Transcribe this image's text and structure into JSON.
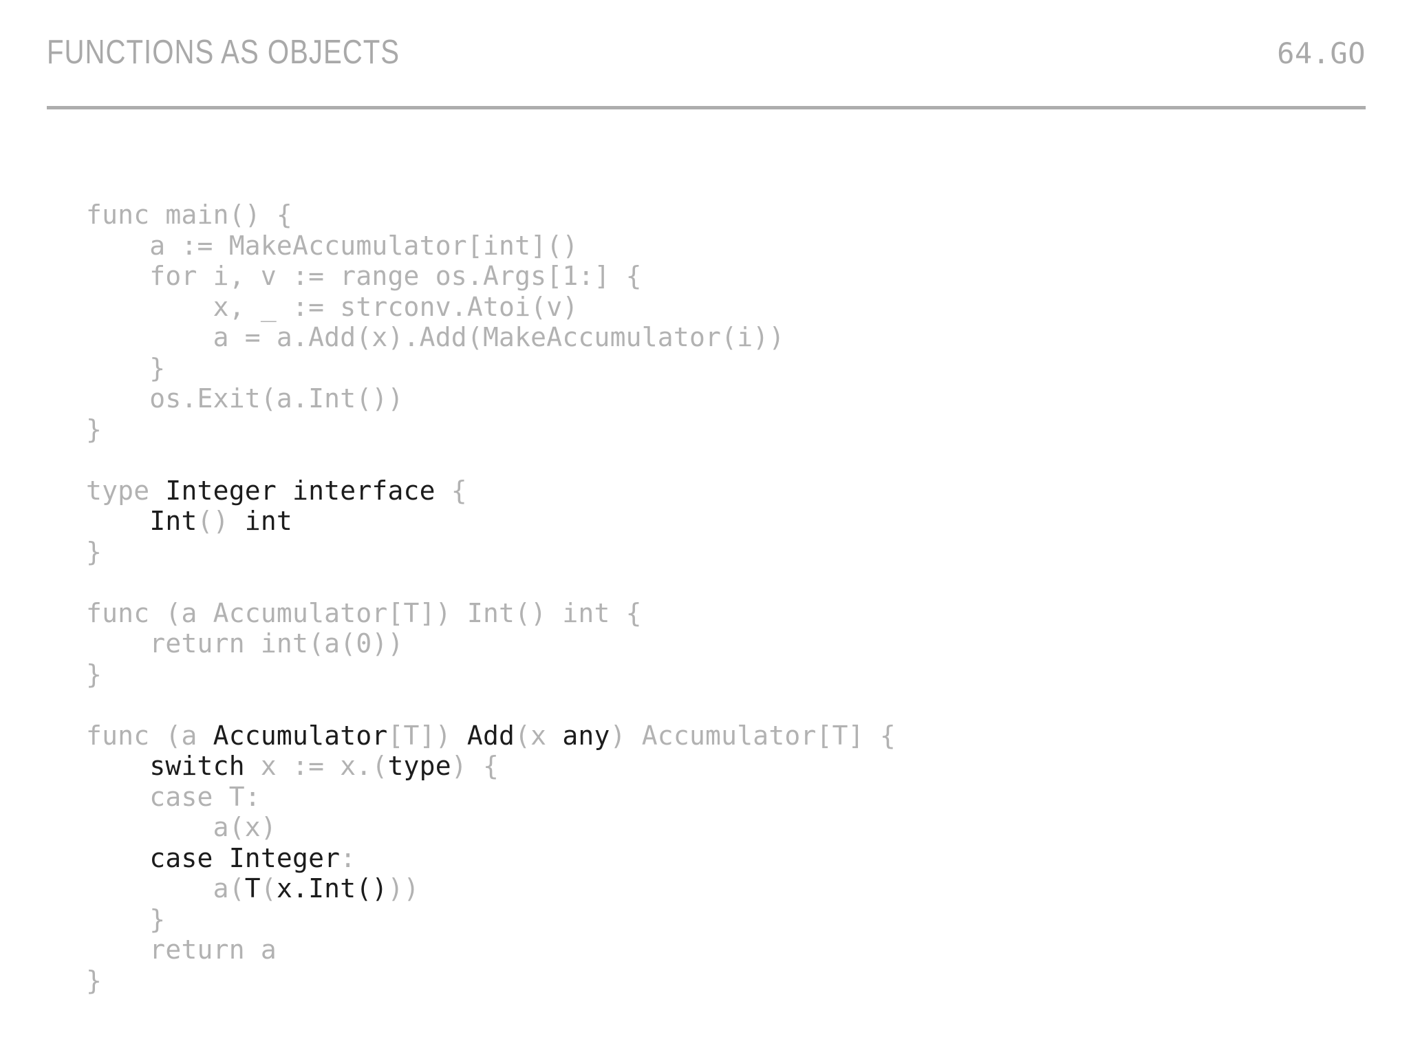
{
  "slide": {
    "title": "FUNCTIONS AS OBJECTS",
    "page_number": "64.GO",
    "language": "go",
    "colors": {
      "background": "#ffffff",
      "title": "#a9a9a9",
      "rule": "#adadad",
      "code_dim": "#b2b2b2",
      "code_emphasis": "#1c1c1c"
    }
  },
  "code": {
    "full_text": "func main() {\n    a := MakeAccumulator[int]()\n    for i, v := range os.Args[1:] {\n        x, _ := strconv.Atoi(v)\n        a = a.Add(x).Add(MakeAccumulator(i))\n    }\n    os.Exit(a.Int())\n}\n\ntype Integer interface {\n    Int() int\n}\n\nfunc (a Accumulator[T]) Int() int {\n    return int(a(0))\n}\n\nfunc (a Accumulator[T]) Add(x any) Accumulator[T] {\n    switch x := x.(type) {\n    case T:\n        a(x)\n    case Integer:\n        a(T(x.Int()))\n    }\n    return a\n}",
    "lines": [
      {
        "n": 1,
        "text": "func main() {",
        "spans": [
          {
            "t": "func main() {",
            "em": false
          }
        ]
      },
      {
        "n": 2,
        "text": "    a := MakeAccumulator[int]()",
        "spans": [
          {
            "t": "    a := MakeAccumulator[int]()",
            "em": false
          }
        ]
      },
      {
        "n": 3,
        "text": "    for i, v := range os.Args[1:] {",
        "spans": [
          {
            "t": "    for i, v := range os.Args[1:] {",
            "em": false
          }
        ]
      },
      {
        "n": 4,
        "text": "        x, _ := strconv.Atoi(v)",
        "spans": [
          {
            "t": "        x, _ := strconv.Atoi(v)",
            "em": false
          }
        ]
      },
      {
        "n": 5,
        "text": "        a = a.Add(x).Add(MakeAccumulator(i))",
        "spans": [
          {
            "t": "        a = a.Add(x).Add(MakeAccumulator(i))",
            "em": false
          }
        ]
      },
      {
        "n": 6,
        "text": "    }",
        "spans": [
          {
            "t": "    }",
            "em": false
          }
        ]
      },
      {
        "n": 7,
        "text": "    os.Exit(a.Int())",
        "spans": [
          {
            "t": "    os.Exit(a.Int())",
            "em": false
          }
        ]
      },
      {
        "n": 8,
        "text": "}",
        "spans": [
          {
            "t": "}",
            "em": false
          }
        ]
      },
      {
        "n": 9,
        "text": "",
        "spans": []
      },
      {
        "n": 10,
        "text": "type Integer interface {",
        "spans": [
          {
            "t": "type ",
            "em": false
          },
          {
            "t": "Integer interface",
            "em": true
          },
          {
            "t": " {",
            "em": false
          }
        ]
      },
      {
        "n": 11,
        "text": "    Int() int",
        "spans": [
          {
            "t": "    ",
            "em": false
          },
          {
            "t": "Int",
            "em": true
          },
          {
            "t": "()",
            "em": false
          },
          {
            "t": " int",
            "em": true
          }
        ]
      },
      {
        "n": 12,
        "text": "}",
        "spans": [
          {
            "t": "}",
            "em": false
          }
        ]
      },
      {
        "n": 13,
        "text": "",
        "spans": []
      },
      {
        "n": 14,
        "text": "func (a Accumulator[T]) Int() int {",
        "spans": [
          {
            "t": "func (a Accumulator[T]) Int() int {",
            "em": false
          }
        ]
      },
      {
        "n": 15,
        "text": "    return int(a(0))",
        "spans": [
          {
            "t": "    return int(a(0))",
            "em": false
          }
        ]
      },
      {
        "n": 16,
        "text": "}",
        "spans": [
          {
            "t": "}",
            "em": false
          }
        ]
      },
      {
        "n": 17,
        "text": "",
        "spans": []
      },
      {
        "n": 18,
        "text": "func (a Accumulator[T]) Add(x any) Accumulator[T] {",
        "spans": [
          {
            "t": "func (a ",
            "em": false
          },
          {
            "t": "Accumulator",
            "em": true
          },
          {
            "t": "[T]) ",
            "em": false
          },
          {
            "t": "Add",
            "em": true
          },
          {
            "t": "(x ",
            "em": false
          },
          {
            "t": "any",
            "em": true
          },
          {
            "t": ") Accumulator[T] {",
            "em": false
          }
        ]
      },
      {
        "n": 19,
        "text": "    switch x := x.(type) {",
        "spans": [
          {
            "t": "    ",
            "em": false
          },
          {
            "t": "switch",
            "em": true
          },
          {
            "t": " x := x.(",
            "em": false
          },
          {
            "t": "type",
            "em": true
          },
          {
            "t": ") {",
            "em": false
          }
        ]
      },
      {
        "n": 20,
        "text": "    case T:",
        "spans": [
          {
            "t": "    case T:",
            "em": false
          }
        ]
      },
      {
        "n": 21,
        "text": "        a(x)",
        "spans": [
          {
            "t": "        a(x)",
            "em": false
          }
        ]
      },
      {
        "n": 22,
        "text": "    case Integer:",
        "spans": [
          {
            "t": "    ",
            "em": false
          },
          {
            "t": "case Integer",
            "em": true
          },
          {
            "t": ":",
            "em": false
          }
        ]
      },
      {
        "n": 23,
        "text": "        a(T(x.Int()))",
        "spans": [
          {
            "t": "        a(",
            "em": false
          },
          {
            "t": "T",
            "em": true
          },
          {
            "t": "(",
            "em": false
          },
          {
            "t": "x.Int()",
            "em": true
          },
          {
            "t": "))",
            "em": false
          }
        ]
      },
      {
        "n": 24,
        "text": "    }",
        "spans": [
          {
            "t": "    }",
            "em": false
          }
        ]
      },
      {
        "n": 25,
        "text": "    return a",
        "spans": [
          {
            "t": "    return a",
            "em": false
          }
        ]
      },
      {
        "n": 26,
        "text": "}",
        "spans": [
          {
            "t": "}",
            "em": false
          }
        ]
      }
    ]
  }
}
